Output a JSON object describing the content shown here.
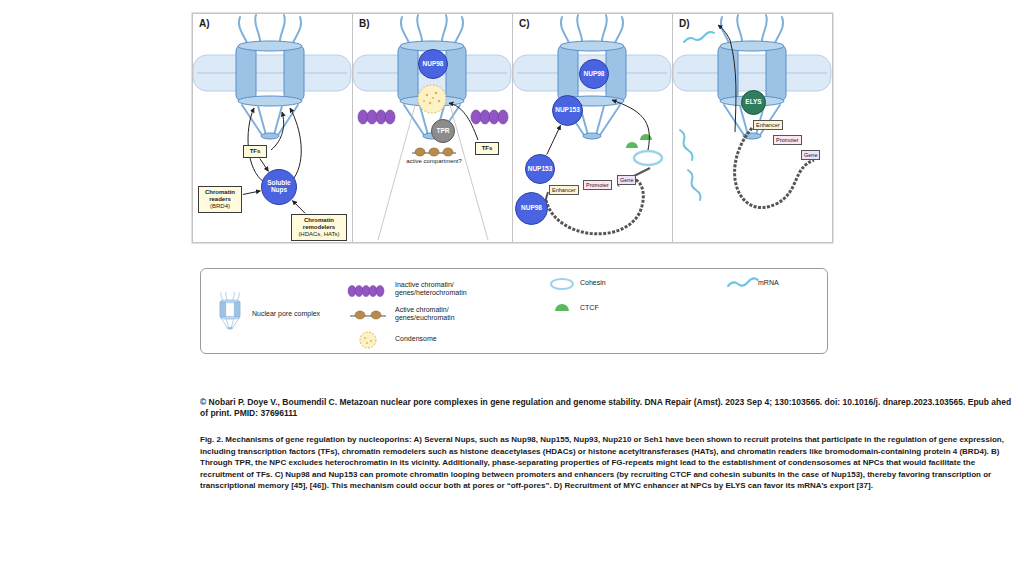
{
  "diagram": {
    "caption": "Fig. 2. Mechanisms of gene regulation by nucleoporins: A) Several Nups, such as Nup98, Nup155, Nup93, Nup210 or Seh1 have been shown to recruit proteins that participate in the regulation of gene expression, including transcription factors (TFs), chromatin remodelers such as histone deacetylases (HDACs) or histone acetyltransferases (HATs), and chromatin readers like bromodomain-containing protein 4 (BRD4). B) Through TPR, the NPC excludes heterochromatin in its vicinity. Additionally, phase-separating properties of FG-repeats might lead to the establishment of condensosomes at NPCs that would facilitate the recruitment of TFs. C) Nup98 and Nup153 can promote chromatin looping between promoters and enhancers (by recruiting CTCF and cohesin subunits in the case of Nup153), thereby favoring transcription or transcriptional memory [45], [46]). This mechanism could occur both at pores or “off-pores”. D) Recruitment of MYC enhancer at NPCs by ELYS can favor its mRNA’s export [37].",
    "nodes": [
      {
        "text": [
          "A)"
        ]
      },
      {
        "text": [
          "TFs"
        ],
        "in": 0
      },
      {
        "text": [
          "Soluble Nups"
        ],
        "in": 0
      },
      {
        "text": [
          "Chromatin readers",
          "(BRD4)"
        ],
        "in": 0
      },
      {
        "text": [
          "Chromatin remodelers",
          "(HDACs, HATs)"
        ],
        "in": 0
      },
      {
        "text": [
          "B)"
        ]
      },
      {
        "text": [
          "NUP98"
        ],
        "in": 5
      },
      {
        "text": [
          "TPR"
        ],
        "in": 5
      },
      {
        "text": [
          "TFs"
        ],
        "in": 5
      },
      {
        "text": [
          "C)"
        ]
      },
      {
        "text": [
          "NUP98"
        ],
        "in": 9
      },
      {
        "text": [
          "NUP153"
        ],
        "in": 9
      },
      {
        "text": [
          "NUP153"
        ],
        "in": 9
      },
      {
        "text": [
          "Enhancer"
        ],
        "in": 9
      },
      {
        "text": [
          "Promoter"
        ],
        "in": 9
      },
      {
        "text": [
          "Gene"
        ],
        "in": 9
      },
      {
        "text": [
          "NUP98"
        ],
        "in": 9
      },
      {
        "text": [
          "D)"
        ]
      },
      {
        "text": [
          "ELYS"
        ],
        "in": 17
      },
      {
        "text": [
          "Enhancer"
        ],
        "in": 17
      },
      {
        "text": [
          "Promoter"
        ],
        "in": 17
      },
      {
        "text": [
          "Gene"
        ],
        "in": 17
      }
    ],
    "edges": [
      {
        "from": 1,
        "to": 2,
        "arrow": "to"
      },
      {
        "from": 3,
        "to": 2,
        "arrow": "to"
      },
      {
        "from": 4,
        "to": 2,
        "arrow": "to"
      },
      {
        "from": 12,
        "to": 11,
        "arrow": "to"
      }
    ],
    "labels": [
      "active compartment?",
      "© Nobari P. Doye V., Boumendil C. Metazoan nuclear pore complexes in gene regulation and genome stability. DNA Repair (Amst). 2023 Sep 4; 130:103565. doi: 10.1016/j. dnarep.2023.103565. Epub ahed of print. PMID: 37696111"
    ],
    "legend": [
      {
        "text": "Nuclear pore complex"
      },
      {
        "text": "Inactive chromatin/ genes/heterochromatin"
      },
      {
        "text": "Active chromatin/ genes/euchromatin"
      },
      {
        "text": "Condensome"
      },
      {
        "text": "Cohesin"
      },
      {
        "text": "CTCF"
      },
      {
        "text": "mRNA"
      }
    ]
  }
}
